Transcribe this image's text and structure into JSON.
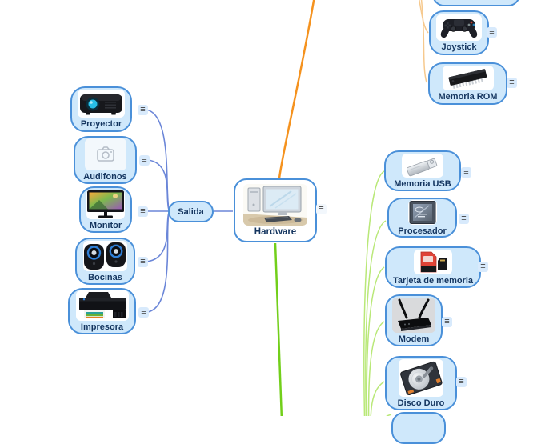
{
  "ui": {
    "menu_glyph": "≡"
  },
  "colors": {
    "node_bg": "#cfe8fb",
    "node_border": "#4a90d9",
    "root_bg": "#ffffff",
    "label_text": "#14355f",
    "blue_line": "#6b86d8",
    "orange_line": "#f5921e",
    "orange_line_light": "#f6c98e",
    "green_line": "#72cf1a",
    "green_line_light": "#b9e878"
  },
  "mindmap": {
    "root": {
      "label": "Hardware",
      "icon": "desktop-computer-image"
    },
    "branch_salida": {
      "label": "Salida",
      "children": [
        {
          "label": "Proyector",
          "icon": "projector-image"
        },
        {
          "label": "Audifonos",
          "icon": "broken-image-placeholder"
        },
        {
          "label": "Monitor",
          "icon": "monitor-image"
        },
        {
          "label": "Bocinas",
          "icon": "speakers-image"
        },
        {
          "label": "Impresora",
          "icon": "printer-image"
        }
      ]
    },
    "right_nodes": [
      {
        "label": "Memoria USB",
        "icon": "usb-drive-image"
      },
      {
        "label": "Procesador",
        "icon": "cpu-image"
      },
      {
        "label": "Tarjeta de memoria",
        "icon": "sd-card-image"
      },
      {
        "label": "Modem",
        "icon": "router-image"
      },
      {
        "label": "Disco Duro",
        "icon": "hard-drive-image"
      }
    ],
    "top_right_nodes": [
      {
        "label": "Joystick",
        "icon": "gamepad-image"
      },
      {
        "label": "Memoria ROM",
        "icon": "rom-chip-image"
      }
    ]
  }
}
